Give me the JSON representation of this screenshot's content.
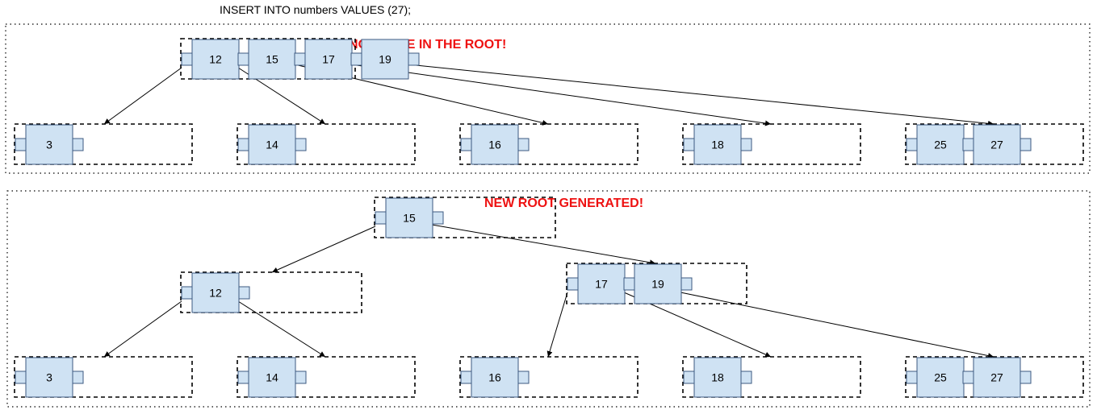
{
  "header": {
    "sql": "INSERT INTO numbers VALUES (27);"
  },
  "before": {
    "alert": "NO SPACE IN THE ROOT!",
    "root": {
      "keys": [
        "12",
        "15",
        "17",
        "19"
      ]
    },
    "leaves": [
      {
        "keys": [
          "3"
        ]
      },
      {
        "keys": [
          "14"
        ]
      },
      {
        "keys": [
          "16"
        ]
      },
      {
        "keys": [
          "18"
        ]
      },
      {
        "keys": [
          "25",
          "27"
        ]
      }
    ]
  },
  "after": {
    "alert": "NEW ROOT GENERATED!",
    "root": {
      "keys": [
        "15"
      ]
    },
    "internal": [
      {
        "keys": [
          "12"
        ]
      },
      {
        "keys": [
          "17",
          "19"
        ]
      }
    ],
    "leaves": [
      {
        "keys": [
          "3"
        ]
      },
      {
        "keys": [
          "14"
        ]
      },
      {
        "keys": [
          "16"
        ]
      },
      {
        "keys": [
          "18"
        ]
      },
      {
        "keys": [
          "25",
          "27"
        ]
      }
    ]
  },
  "colors": {
    "key_fill": "#cfe2f3",
    "key_stroke": "#3d5a80",
    "alert": "#ee1111",
    "line": "#000000"
  }
}
